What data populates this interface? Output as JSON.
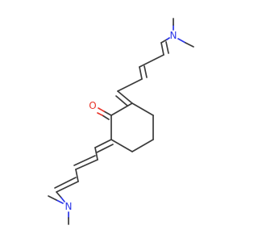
{
  "molecule": {
    "atoms": {
      "oxygen": "O",
      "nitrogen_top": "N",
      "nitrogen_bottom": "N"
    },
    "colors": {
      "bond": "#3a3a3a",
      "oxygen": "#e8352b",
      "nitrogen": "#2b36e8",
      "background": "#ffffff"
    }
  }
}
